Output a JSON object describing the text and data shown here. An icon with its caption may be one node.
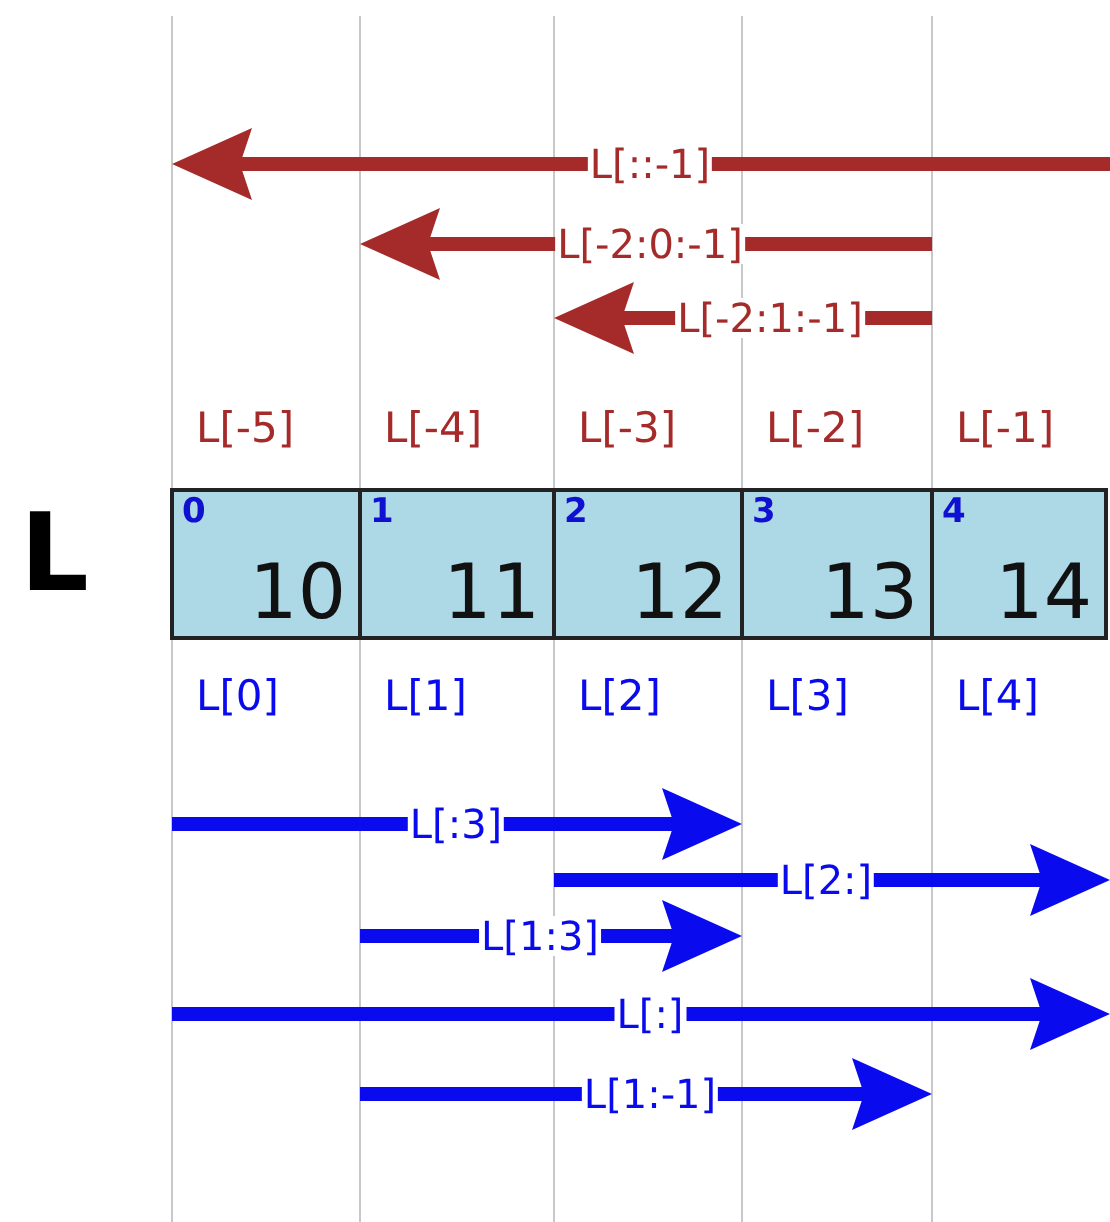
{
  "diagram": {
    "nodes": [
      {
        "text": [
          "0",
          "10"
        ],
        "beside": [
          "L[-5]",
          "L[0]"
        ]
      },
      {
        "text": [
          "1",
          "11"
        ],
        "beside": [
          "L[-4]",
          "L[1]"
        ]
      },
      {
        "text": [
          "2",
          "12"
        ],
        "beside": [
          "L[-3]",
          "L[2]"
        ]
      },
      {
        "text": [
          "3",
          "13"
        ],
        "beside": [
          "L[-2]",
          "L[3]"
        ]
      },
      {
        "text": [
          "4",
          "14"
        ],
        "beside": [
          "L[-1]",
          "L[4]"
        ]
      }
    ],
    "labels": [
      "L",
      "L[::-1]",
      "L[-2:0:-1]",
      "L[-2:1:-1]",
      "L[:3]",
      "L[2:]",
      "L[1:3]",
      "L[:]",
      "L[1:-1]"
    ]
  }
}
